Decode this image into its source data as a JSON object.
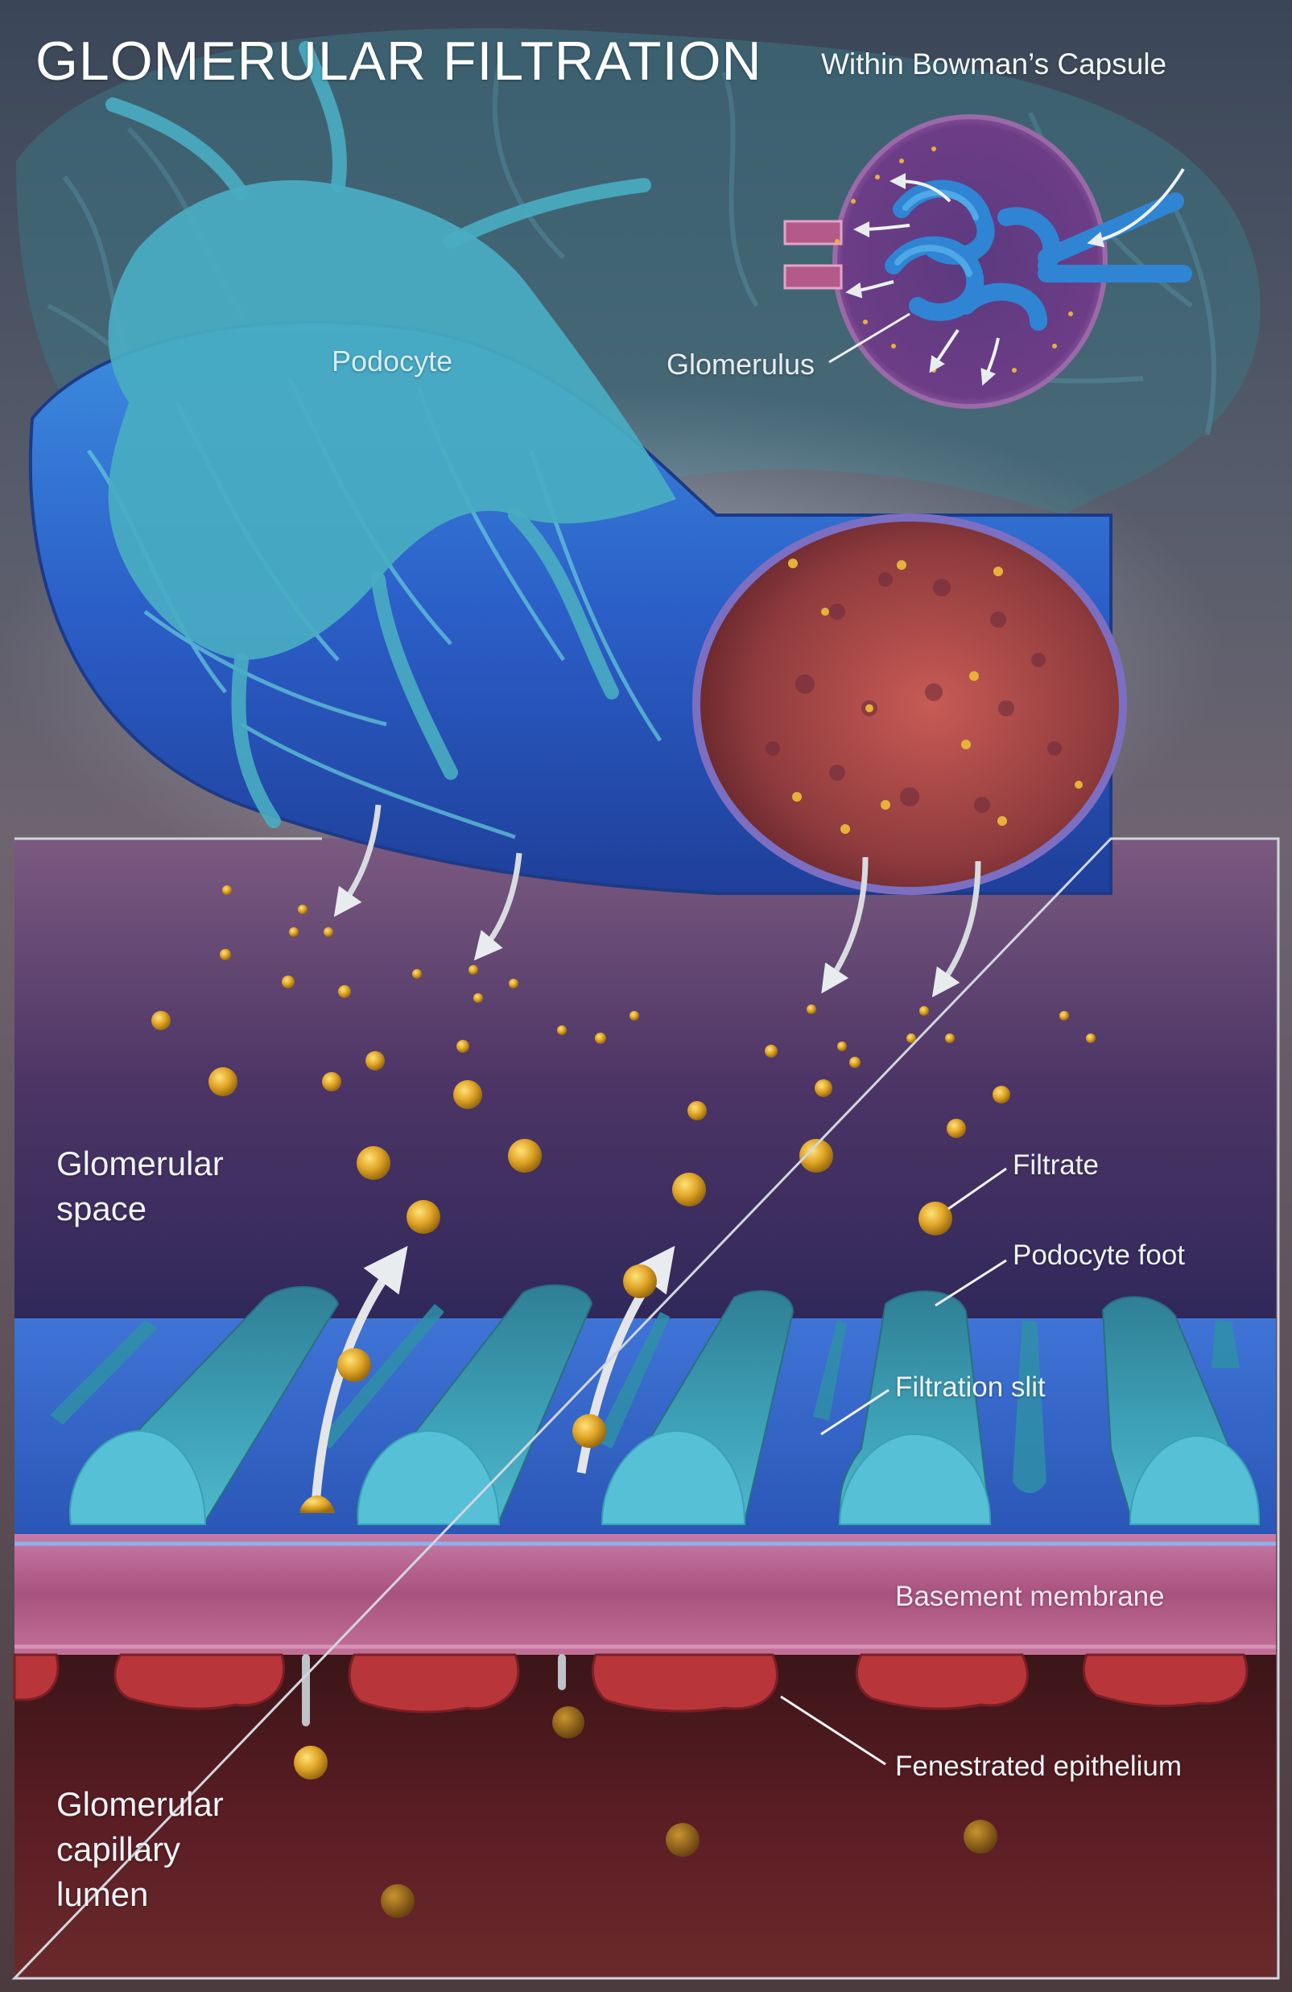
{
  "title": "GLOMERULAR FILTRATION",
  "subtitle": "Within Bowman’s Capsule",
  "labels": {
    "podocyte": "Podocyte",
    "glomerulus": "Glomerulus",
    "glomerular_space": "Glomerular\nspace",
    "filtrate": "Filtrate",
    "podocyte_foot": "Podocyte foot",
    "filtration_slit": "Filtration slit",
    "basement_membrane": "Basement membrane",
    "fenestrated_epithelium": "Fenestrated epithelium",
    "glomerular_capillary_lumen": "Glomerular\ncapillary\nlumen"
  },
  "colors": {
    "background": "#3b3d4c",
    "podocyte": "#4fb3c8",
    "capillary": "#2f6fd0",
    "capillary_cut": "#8c3a3a",
    "glomerular_space_top": "#6e4f78",
    "glomerular_space_bottom": "#3a2a5c",
    "slit_band": "#2e62c4",
    "basement_membrane": "#b45a8a",
    "lumen": "#5a1c22",
    "filtrate": "#e2a82a",
    "capsule": "#7a3f86",
    "label_text": "#eef3f6"
  }
}
